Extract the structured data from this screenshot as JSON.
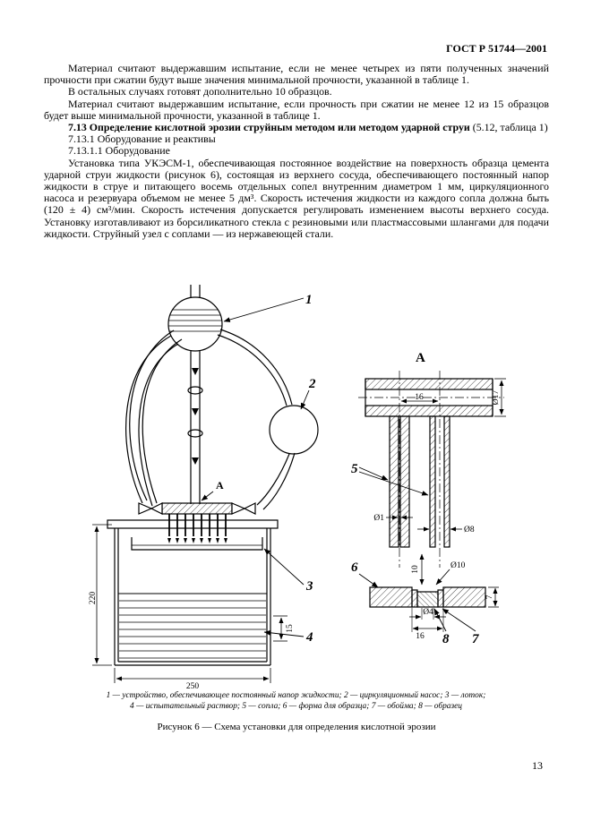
{
  "page": {
    "header": "ГОСТ Р 51744—2001",
    "number": "13"
  },
  "body": {
    "p1": "Материал считают выдержавшим испытание, если не менее четырех из пяти полученных значений прочности при сжатии будут выше значения минимальной прочности, указанной в таблице 1.",
    "p2": "В остальных случаях готовят дополнительно 10 образцов.",
    "p3": "Материал считают выдержавшим испытание, если прочность при сжатии не менее 12 из 15 образцов будет выше минимальной прочности, указанной в таблице 1.",
    "p4_bold": "7.13 Определение кислотной эрозии струйным методом или методом ударной струи",
    "p4_rest": "(5.12, таблица 1)",
    "p5": "7.13.1 Оборудование и реактивы",
    "p6": "7.13.1.1 Оборудование",
    "p7": "Установка типа УКЭСМ-1, обеспечивающая постоянное воздействие на поверхность образца цемента ударной струи жидкости (рисунок 6), состоящая из верхнего сосуда, обеспечивающего постоянный напор жидкости в струе и питающего восемь отдельных сопел внутренним диаметром 1 мм, циркуляционного насоса и резервуара объемом не менее 5 дм³. Скорость истечения жидкости из каждого сопла должна быть (120 ± 4) см³/мин. Скорость истечения допускается регулировать изменением высоты верхнего сосуда. Установку изготавливают из борсиликатного стекла с резиновыми или пластмассовыми шлангами для подачи жидкости. Струйный узел с соплами — из нержавеющей стали."
  },
  "figure": {
    "callout_1": "1",
    "callout_2": "2",
    "callout_3": "3",
    "callout_4": "4",
    "callout_5": "5",
    "callout_6": "6",
    "callout_7": "7",
    "callout_8": "8",
    "section_label": "А",
    "detail_title": "А",
    "dim_220": "220",
    "dim_250": "250",
    "dim_15": "15",
    "dim_d17": "Ø17",
    "dim_16_axes": "16",
    "dim_d1": "Ø1",
    "dim_d8": "Ø8",
    "dim_10": "10",
    "dim_d10": "Ø10",
    "dim_7": "7",
    "dim_d4": "Ø4",
    "dim_16_bottom": "16",
    "legend_line1": "1 — устройство, обеспечивающее постоянный напор жидкости; 2 — циркуляционный насос; 3 — лоток;",
    "legend_line2": "4 — испытательный раствор; 5 — сопла; 6 — форма для образца; 7 — обойма; 8 — образец",
    "caption": "Рисунок 6 — Схема установки для определения кислотной эрозии"
  }
}
